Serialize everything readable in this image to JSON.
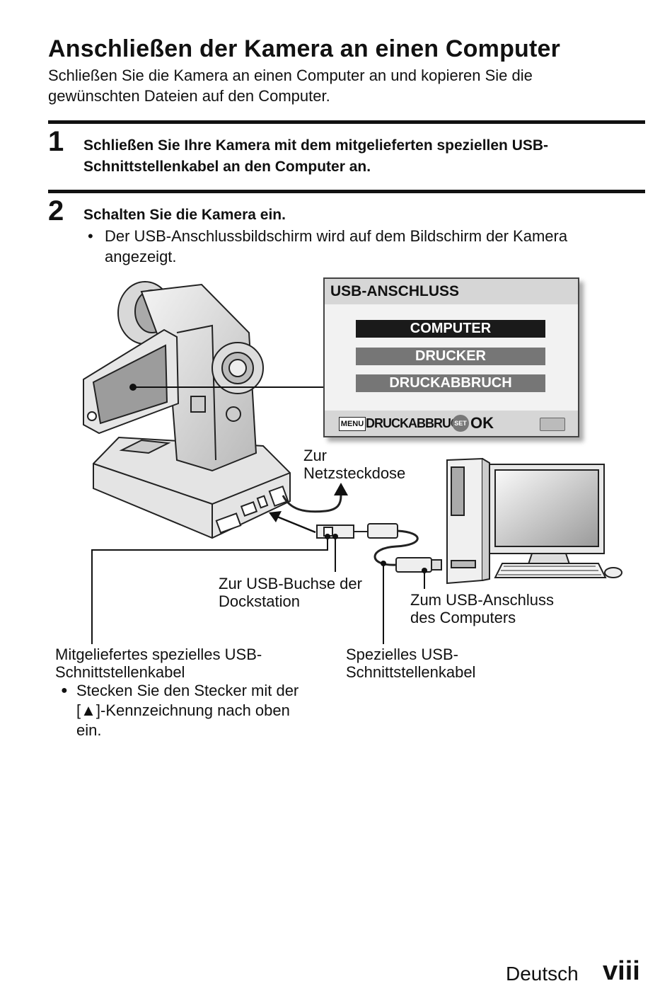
{
  "title": "Anschließen der Kamera an einen Computer",
  "intro": "Schließen Sie die Kamera an einen Computer an und kopieren Sie die gewünschten Dateien auf den Computer.",
  "steps": [
    {
      "number": "1",
      "text": "Schließen Sie Ihre Kamera mit dem mitgelieferten speziellen USB-Schnittstellenkabel an den Computer an."
    },
    {
      "number": "2",
      "text": "Schalten Sie die Kamera ein.",
      "bullet_mark": "•",
      "bullet": "Der USB-Anschlussbildschirm wird auf dem Bildschirm der Kamera angezeigt."
    }
  ],
  "usb_screen": {
    "title": "USB-ANSCHLUSS",
    "options": [
      "COMPUTER",
      "DRUCKER",
      "DRUCKABBRUCH"
    ],
    "selected": "COMPUTER",
    "menu_key": "MENU",
    "menu_label": "DRUCKABBRUCH",
    "set_key": "SET",
    "ok_label": "OK"
  },
  "labels": {
    "power_outlet": "Zur\nNetzsteckdose",
    "dock_usb": "Zur USB-Buchse der\nDockstation",
    "computer_usb": "Zum USB-Anschluss\ndes Computers",
    "supplied_cable": "Mitgeliefertes spezielles USB-\nSchnittstellenkabel",
    "cable_note_mark": "●",
    "cable_note": "Stecken Sie den Stecker mit der\n[▲]-Kennzeichnung nach oben\nein.",
    "special_cable": "Spezielles USB-\nSchnittstellenkabel"
  },
  "footer": {
    "language": "Deutsch",
    "page": "viii"
  },
  "colors": {
    "selected_option": "#1a1a1a",
    "unselected_option": "#767676",
    "screen_bar": "#d6d6d6"
  }
}
